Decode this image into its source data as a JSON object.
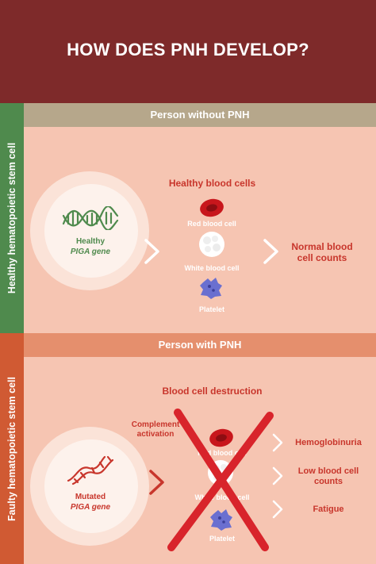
{
  "title": "HOW DOES PNH DEVELOP?",
  "section_healthy": {
    "side_label": "Healthy hematopoietic stem cell",
    "header": "Person without PNH",
    "gene_label_line1": "Healthy",
    "gene_label_line2": "PIGA gene",
    "cells_heading": "Healthy blood cells",
    "red_cell": "Red blood cell",
    "white_cell": "White blood cell",
    "platelet": "Platelet",
    "result_line1": "Normal blood",
    "result_line2": "cell counts"
  },
  "section_pnh": {
    "side_label": "Faulty hematopoietic stem cell",
    "header": "Person with PNH",
    "gene_label_line1": "Mutated",
    "gene_label_line2": "PIGA gene",
    "complement_line1": "Complement",
    "complement_line2": "activation",
    "cells_heading": "Blood cell destruction",
    "red_cell": "Red blood cell",
    "white_cell": "White blood cell",
    "platelet": "Platelet",
    "symptoms": [
      "Hemoglobinuria",
      "Low blood cell counts",
      "Fatigue"
    ]
  },
  "colors": {
    "title_bg": "#7e2a2a",
    "healthy_green": "#4f8a4d",
    "faulty_orange": "#d05a33",
    "accent_red": "#c8362c",
    "background_peach": "#f6c5b2"
  },
  "icons": [
    "dna-icon",
    "chevron-right-icon",
    "red-blood-cell-icon",
    "white-blood-cell-icon",
    "platelet-icon",
    "cross-out-icon"
  ]
}
